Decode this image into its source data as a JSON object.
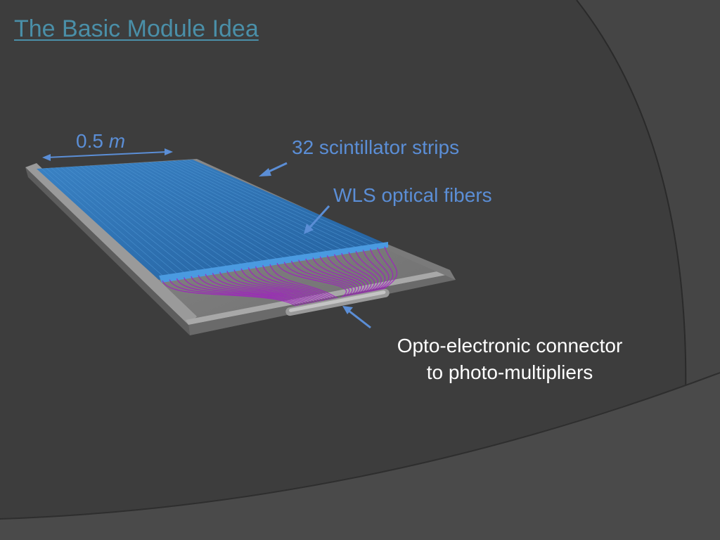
{
  "slide": {
    "title": "The Basic Module Idea"
  },
  "labels": {
    "dimension_value": "0.5",
    "dimension_unit": "m",
    "strips": "32 scintillator strips",
    "fibers": "WLS optical fibers",
    "connector_line1": "Opto-electronic connector",
    "connector_line2": "to photo-multipliers"
  },
  "colors": {
    "background": "#3d3d3d",
    "title": "#4a8fa8",
    "annotation_blue": "#5b8ed6",
    "scintillator_blue": "#2f6fb0",
    "fiber_magenta": "#a020c0",
    "tray_gray": "#8a8a8a"
  },
  "diagram": {
    "strip_count": 32
  }
}
